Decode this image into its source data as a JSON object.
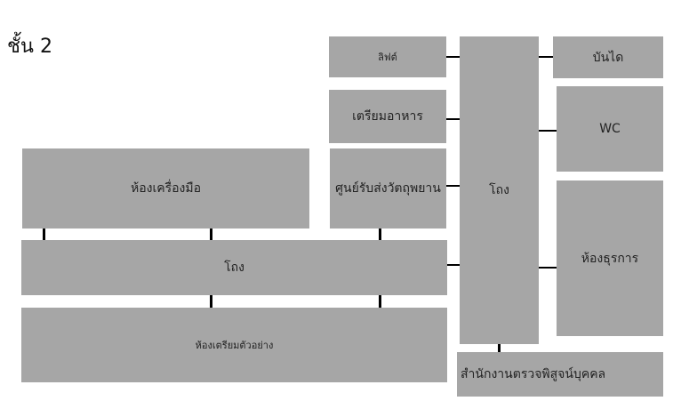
{
  "floor": {
    "title": "ชั้น 2"
  },
  "rooms": {
    "lift": "ลิฟต์",
    "stairs": "บันได",
    "prep_food": "เตรียมอาหาร",
    "wc": "WC",
    "tool_room": "ห้องเครื่องมือ",
    "evidence_center": "ศูนย์รับส่งวัตถุพยาน",
    "hall_right": "โถง",
    "hall_main": "โถง",
    "admin_room": "ห้องธุรการ",
    "sample_prep": "ห้องเตรียมตัวอย่าง",
    "forensic_office": "สำนักงานตรวจพิสูจน์บุคคล"
  },
  "colors": {
    "room_fill": "#a6a6a6",
    "connector": "#000000",
    "text": "#222222"
  }
}
